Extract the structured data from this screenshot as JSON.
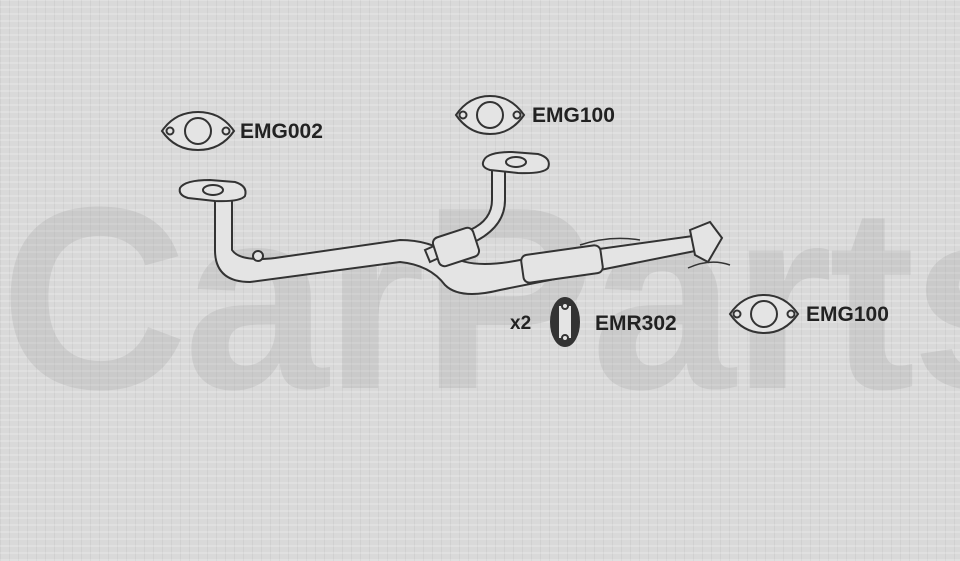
{
  "watermark": "CarPartsFast",
  "parts": {
    "gasket_left": "EMG002",
    "gasket_top": "EMG100",
    "gasket_right": "EMG100",
    "mount_qty": "x2",
    "mount": "EMR302"
  }
}
